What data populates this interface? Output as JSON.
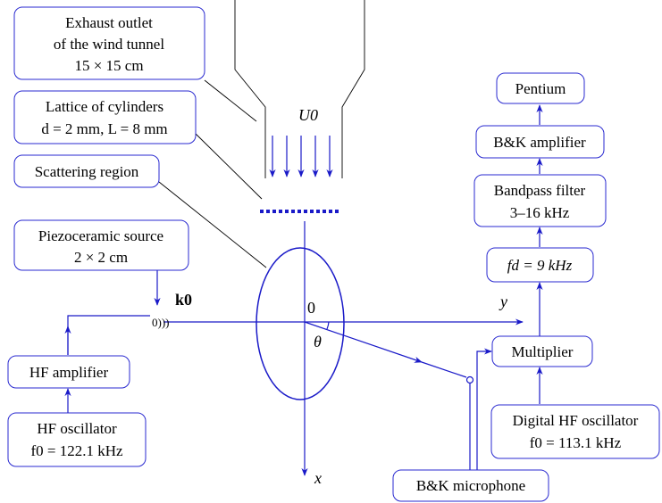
{
  "colors": {
    "line": "#1a1ac8",
    "box_border": "#2a2ad0",
    "text": "#000000"
  },
  "boxes": {
    "exhaust": {
      "line1": "Exhaust outlet",
      "line2": "of the wind tunnel",
      "line3": "15 × 15 cm"
    },
    "lattice": {
      "line1": "Lattice of cylinders",
      "line2": "d = 2 mm, L = 8 mm"
    },
    "scattering": {
      "line1": "Scattering region"
    },
    "piezo": {
      "line1": "Piezoceramic source",
      "line2": "2 × 2 cm"
    },
    "hf_amp": {
      "line1": "HF amplifier"
    },
    "hf_osc": {
      "line1": "HF oscillator",
      "line2": "f0 = 122.1 kHz"
    },
    "pentium": {
      "line1": "Pentium"
    },
    "bk_amp": {
      "line1": "B&K amplifier"
    },
    "bandpass": {
      "line1": "Bandpass filter",
      "line2": "3–16 kHz"
    },
    "fd": {
      "line1": "fd = 9 kHz"
    },
    "multiplier": {
      "line1": "Multiplier"
    },
    "digital_osc": {
      "line1": "Digital HF oscillator",
      "line2": "f0 = 113.1 kHz"
    },
    "microphone": {
      "line1": "B&K microphone"
    }
  },
  "labels": {
    "flow": "U0",
    "wavevector": "k0",
    "origin": "0",
    "angle": "θ",
    "x_axis": "x",
    "y_axis": "y",
    "source_symbol": "0)))"
  }
}
